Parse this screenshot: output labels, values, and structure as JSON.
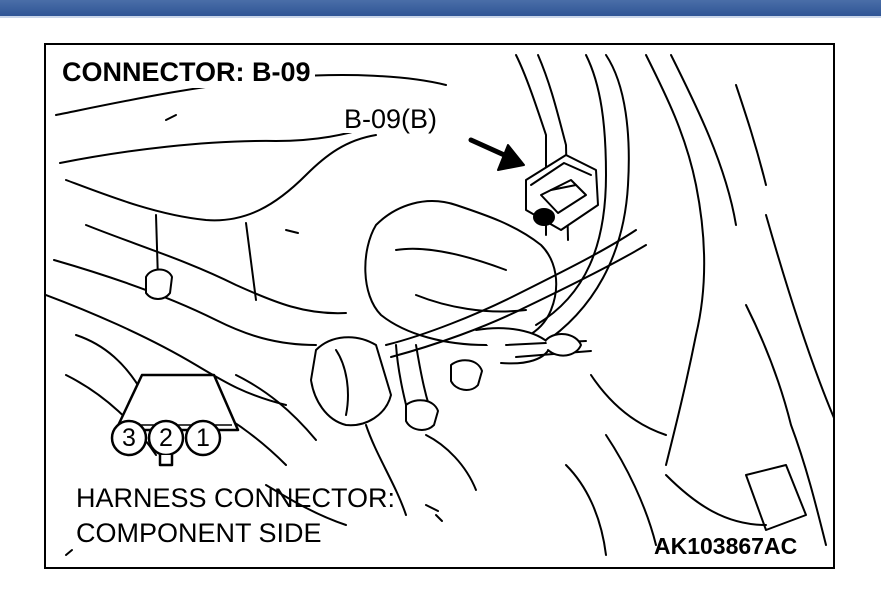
{
  "diagram": {
    "title": "CONNECTOR: B-09",
    "callout_label": "B-09(B)",
    "connector_pins": [
      "3",
      "2",
      "1"
    ],
    "harness_label_line1": "HARNESS CONNECTOR:",
    "harness_label_line2": "COMPONENT SIDE",
    "figure_code": "AK103867AC"
  },
  "colors": {
    "header_bar": "#2f5595",
    "line_art": "#000000",
    "background": "#ffffff"
  }
}
